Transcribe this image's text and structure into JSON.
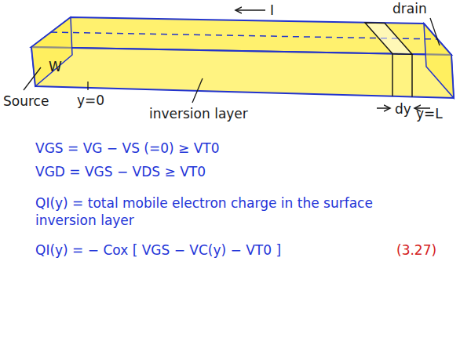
{
  "diagram": {
    "labels": [
      "I",
      "drain",
      "W",
      "Source",
      "y=0",
      "inversion layer",
      "dy",
      "y=L",
      "VGS = VG − VS (=0) ≥ VT0",
      "VGD = VGS − VDS ≥ VT0",
      "QI(y) = total mobile electron charge in the surface inversion layer",
      "QI(y) = − Cox [ VGS − VC(y) − VT0 ]",
      "(3.27)"
    ]
  }
}
